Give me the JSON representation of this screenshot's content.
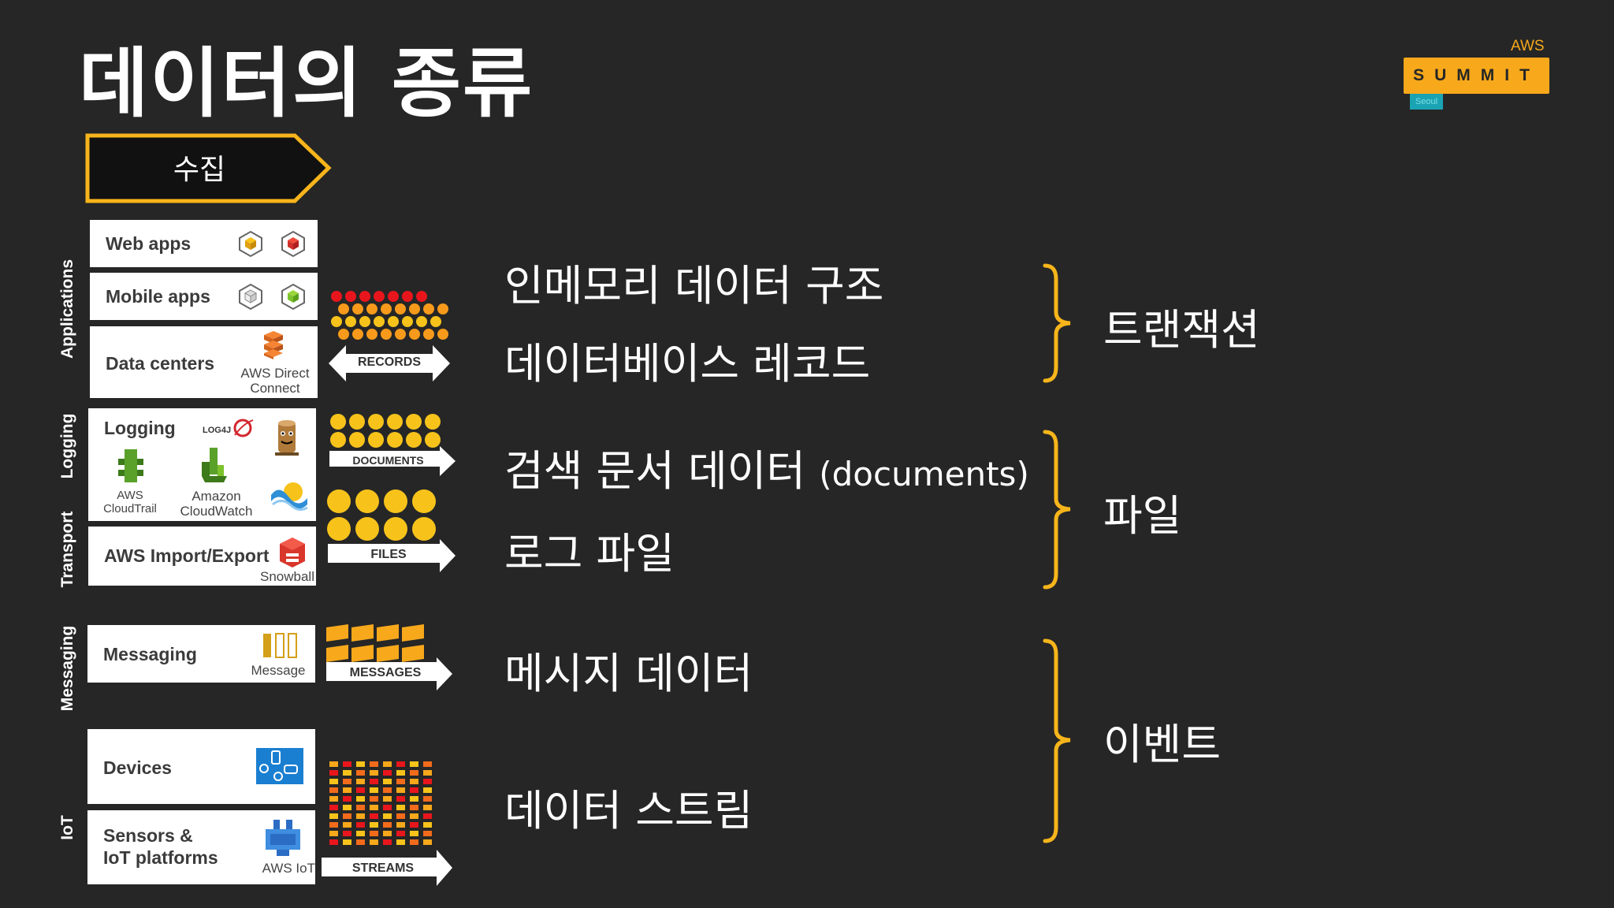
{
  "slide": {
    "title": "데이터의 종류",
    "collect_label": "수집"
  },
  "logo": {
    "aws": "AWS",
    "summit": "SUMMIT",
    "seoul": "Seoul",
    "accent": "#f7a81b"
  },
  "sections": {
    "applications": "Applications",
    "logging": "Logging",
    "transport": "Transport",
    "messaging": "Messaging",
    "iot": "IoT"
  },
  "cards": {
    "web_apps": "Web apps",
    "mobile_apps": "Mobile apps",
    "data_centers": "Data centers",
    "direct_connect": [
      "AWS Direct",
      "Connect"
    ],
    "logging": "Logging",
    "log4j": "LOG4J",
    "cloudtrail": [
      "AWS",
      "CloudTrail"
    ],
    "cloudwatch": [
      "Amazon",
      "CloudWatch"
    ],
    "import_export": "AWS Import/Export",
    "snowball": "Snowball",
    "messaging": "Messaging",
    "message": "Message",
    "devices": "Devices",
    "sensors": [
      "Sensors &",
      "IoT platforms"
    ],
    "aws_iot": "AWS IoT"
  },
  "arrows": {
    "records": "RECORDS",
    "documents": "DOCUMENTS",
    "files": "FILES",
    "messages": "MESSAGES",
    "streams": "STREAMS"
  },
  "data_types": {
    "in_memory": "인메모리 데이터 구조",
    "db_records": "데이터베이스 레코드",
    "search_docs": "검색 문서 데이터",
    "search_docs_en": "(documents)",
    "log_files": "로그 파일",
    "message_data": "메시지 데이터",
    "data_stream": "데이터 스트림"
  },
  "categories": {
    "transaction": "트랜잭션",
    "file": "파일",
    "event": "이벤트"
  }
}
